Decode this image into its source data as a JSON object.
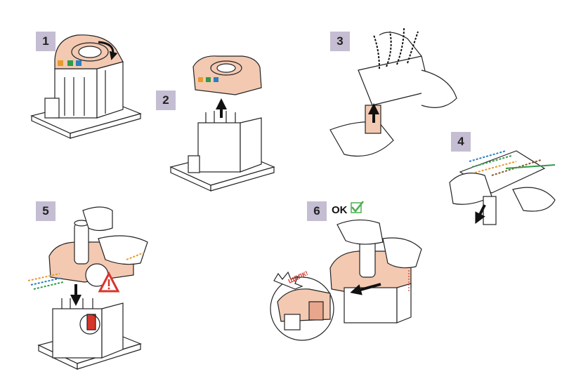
{
  "steps": [
    {
      "number": "1"
    },
    {
      "number": "2"
    },
    {
      "number": "3"
    },
    {
      "number": "4"
    },
    {
      "number": "5"
    },
    {
      "number": "6"
    }
  ],
  "ok_label": "OK",
  "click_label": "ЩЕЛК!",
  "colors": {
    "badge": "#c5bdd2",
    "cap": "#f3c9b2",
    "cap_dark": "#e8a78d",
    "line": "#222222",
    "warning_red": "#d8352a",
    "check_green": "#4caf50",
    "wire_blue": "#2a7fc1",
    "wire_orange": "#e89a2a",
    "wire_green": "#2f9a4a",
    "wire_brown": "#8a5a2b"
  },
  "icons": [
    "arrow-up-icon",
    "arrow-down-icon",
    "arrow-right-icon",
    "warning-icon",
    "checkmark-icon",
    "hand-icon",
    "click-burst-icon"
  ]
}
